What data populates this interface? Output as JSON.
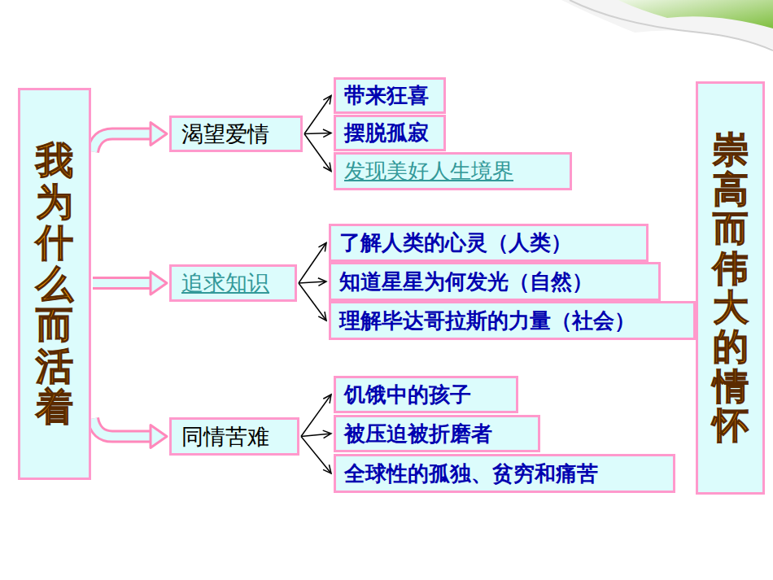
{
  "diagram": {
    "nodes": [
      {
        "text": [
          "我为什么而活着"
        ]
      },
      {
        "text": [
          "渴望爱情"
        ]
      },
      {
        "text": [
          "带来狂喜"
        ]
      },
      {
        "text": [
          "摆脱孤寂"
        ]
      },
      {
        "text": [
          "发现美好人生境界"
        ]
      },
      {
        "text": [
          "追求知识"
        ]
      },
      {
        "text": [
          "了解人类的心灵（人类）"
        ]
      },
      {
        "text": [
          "知道星星为何发光（自然）"
        ]
      },
      {
        "text": [
          "理解毕达哥拉斯的力量（社会）"
        ]
      },
      {
        "text": [
          "同情苦难"
        ]
      },
      {
        "text": [
          "饥饿中的孩子"
        ]
      },
      {
        "text": [
          "被压迫被折磨者"
        ]
      },
      {
        "text": [
          "全球性的孤独、贫穷和痛苦"
        ]
      },
      {
        "text": [
          "崇高而伟大的情怀"
        ]
      }
    ],
    "edges": [
      {
        "from": 0,
        "to": 1,
        "arrow": "to"
      },
      {
        "from": 0,
        "to": 5,
        "arrow": "to"
      },
      {
        "from": 0,
        "to": 9,
        "arrow": "to"
      },
      {
        "from": 1,
        "to": 2,
        "arrow": "to"
      },
      {
        "from": 1,
        "to": 3,
        "arrow": "to"
      },
      {
        "from": 1,
        "to": 4,
        "arrow": "to"
      },
      {
        "from": 5,
        "to": 6,
        "arrow": "to"
      },
      {
        "from": 5,
        "to": 7,
        "arrow": "to"
      },
      {
        "from": 5,
        "to": 8,
        "arrow": "to"
      },
      {
        "from": 9,
        "to": 10,
        "arrow": "to"
      },
      {
        "from": 9,
        "to": 11,
        "arrow": "to"
      },
      {
        "from": 9,
        "to": 12,
        "arrow": "to"
      }
    ]
  }
}
